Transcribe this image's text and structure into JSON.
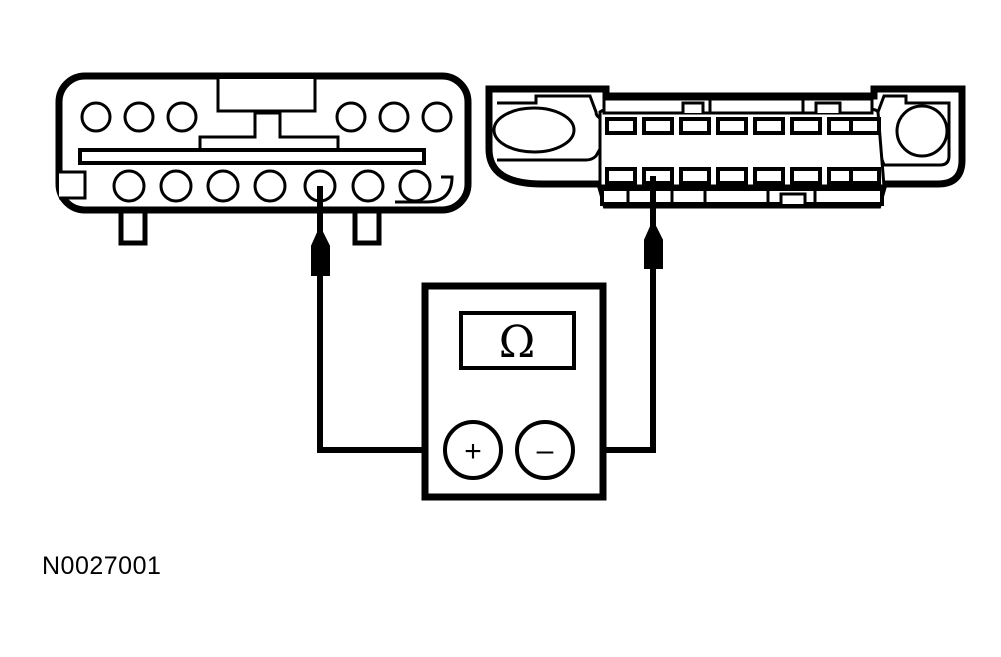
{
  "figure": {
    "caption": "N0027001",
    "title": "Connector continuity test with ohmmeter",
    "background_color": "#ffffff",
    "line_color": "#000000"
  },
  "meter": {
    "name": "ohmmeter",
    "display_symbol": "Ω",
    "display_symbol_name": "ohm-symbol",
    "terminals": [
      {
        "id": "positive",
        "label": "+"
      },
      {
        "id": "negative",
        "label": "–"
      }
    ]
  },
  "connectors": [
    {
      "id": "left-connector",
      "name": "vehicle-harness-connector",
      "style": "rounded-rectangle-housing",
      "top_row_pin_count": 6,
      "bottom_row_pin_count": 7,
      "pin_shape": "circle",
      "probed_pin_row": "bottom",
      "probed_pin_index": 5,
      "mounting_tab_count": 2,
      "features": [
        "top-notch",
        "t-latch",
        "center-rail",
        "side-lock-square"
      ]
    },
    {
      "id": "right-connector",
      "name": "component-connector",
      "style": "flanged-housing",
      "top_row_slot_count": 8,
      "bottom_row_slot_count": 8,
      "pin_shape": "rectangle",
      "probed_pin_row": "bottom",
      "probed_pin_index": 2,
      "features": [
        "left-oval-mount",
        "right-round-mount",
        "top-rail",
        "bottom-rail"
      ]
    }
  ],
  "probes": [
    {
      "id": "left-probe",
      "name": "test-lead-probe",
      "connects_to": "left-connector",
      "terminal": "positive"
    },
    {
      "id": "right-probe",
      "name": "test-lead-probe",
      "connects_to": "right-connector",
      "terminal": "negative"
    }
  ],
  "wires": [
    {
      "id": "left-wire",
      "from": "left-probe",
      "to": "meter-positive-terminal"
    },
    {
      "id": "right-wire",
      "from": "right-probe",
      "to": "meter-negative-terminal"
    }
  ]
}
